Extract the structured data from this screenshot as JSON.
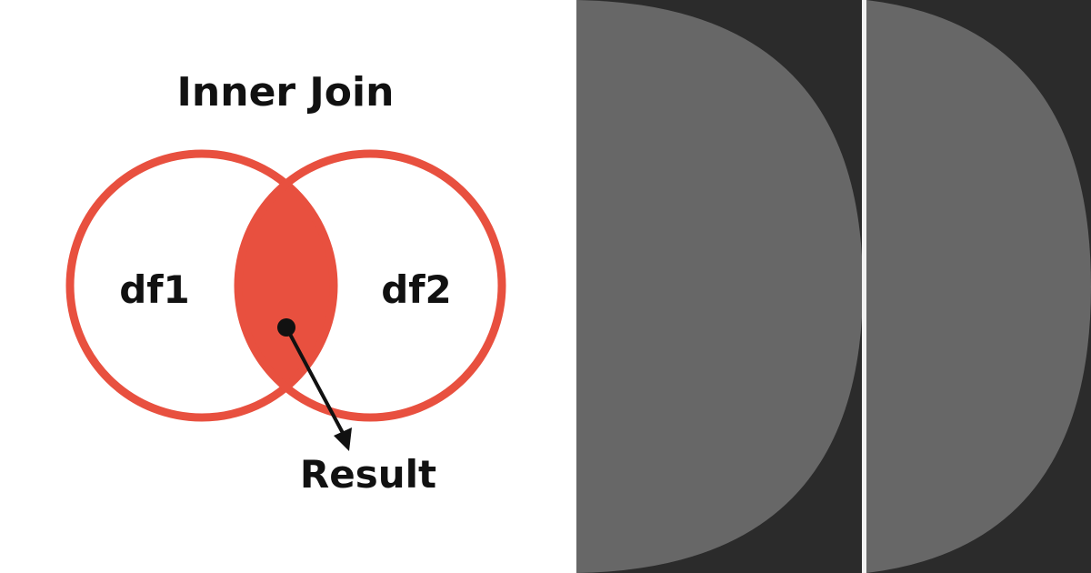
{
  "diagram": {
    "title": "Inner Join",
    "left_set_label": "df1",
    "right_set_label": "df2",
    "result_label": "Result"
  },
  "colors": {
    "accent": "#e8503f",
    "text": "#111111",
    "background": "#ffffff",
    "dark_panel": "#2b2b2b",
    "half_circle": "#676767",
    "divider": "#f2f2f2"
  },
  "icons": {
    "arrow": "arrow-down-right-icon",
    "point": "result-point-icon"
  }
}
